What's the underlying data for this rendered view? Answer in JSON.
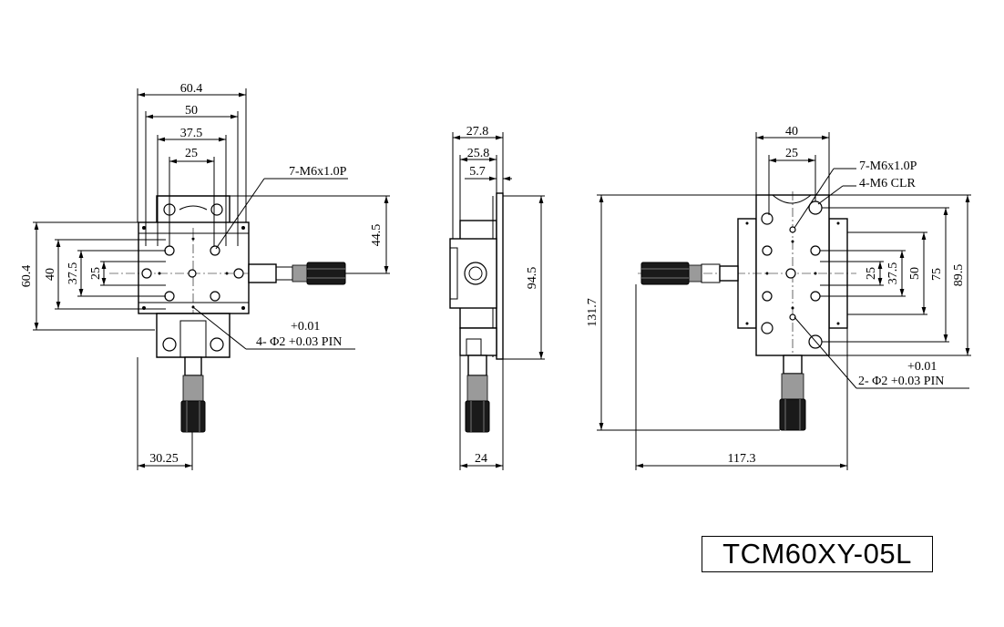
{
  "model": "TCM60XY-05L",
  "front_view": {
    "dims_top": [
      "60.4",
      "50",
      "37.5",
      "25"
    ],
    "dim_left_outer": "60.4",
    "dims_left": [
      "40",
      "37.5",
      "25"
    ],
    "dim_right": "44.5",
    "dim_bottom": "30.25",
    "callout_tap": "7-M6x1.0P",
    "pin_tol": "+0.01",
    "pin_callout": "4- Φ2 +0.03 PIN"
  },
  "side_view": {
    "dims_top": [
      "27.8",
      "25.8",
      "5.7"
    ],
    "dim_height": "94.5",
    "dim_bottom": "24"
  },
  "top_view": {
    "dim_top_outer": "40",
    "dim_top_inner": "25",
    "callout_tap": "7-M6x1.0P",
    "callout_clr": "4-M6 CLR",
    "dim_left": "131.7",
    "dims_right": [
      "25",
      "37.5",
      "50",
      "75",
      "89.5"
    ],
    "dim_bottom": "117.3",
    "pin_tol": "+0.01",
    "pin_callout": "2- Φ2 +0.03 PIN"
  }
}
